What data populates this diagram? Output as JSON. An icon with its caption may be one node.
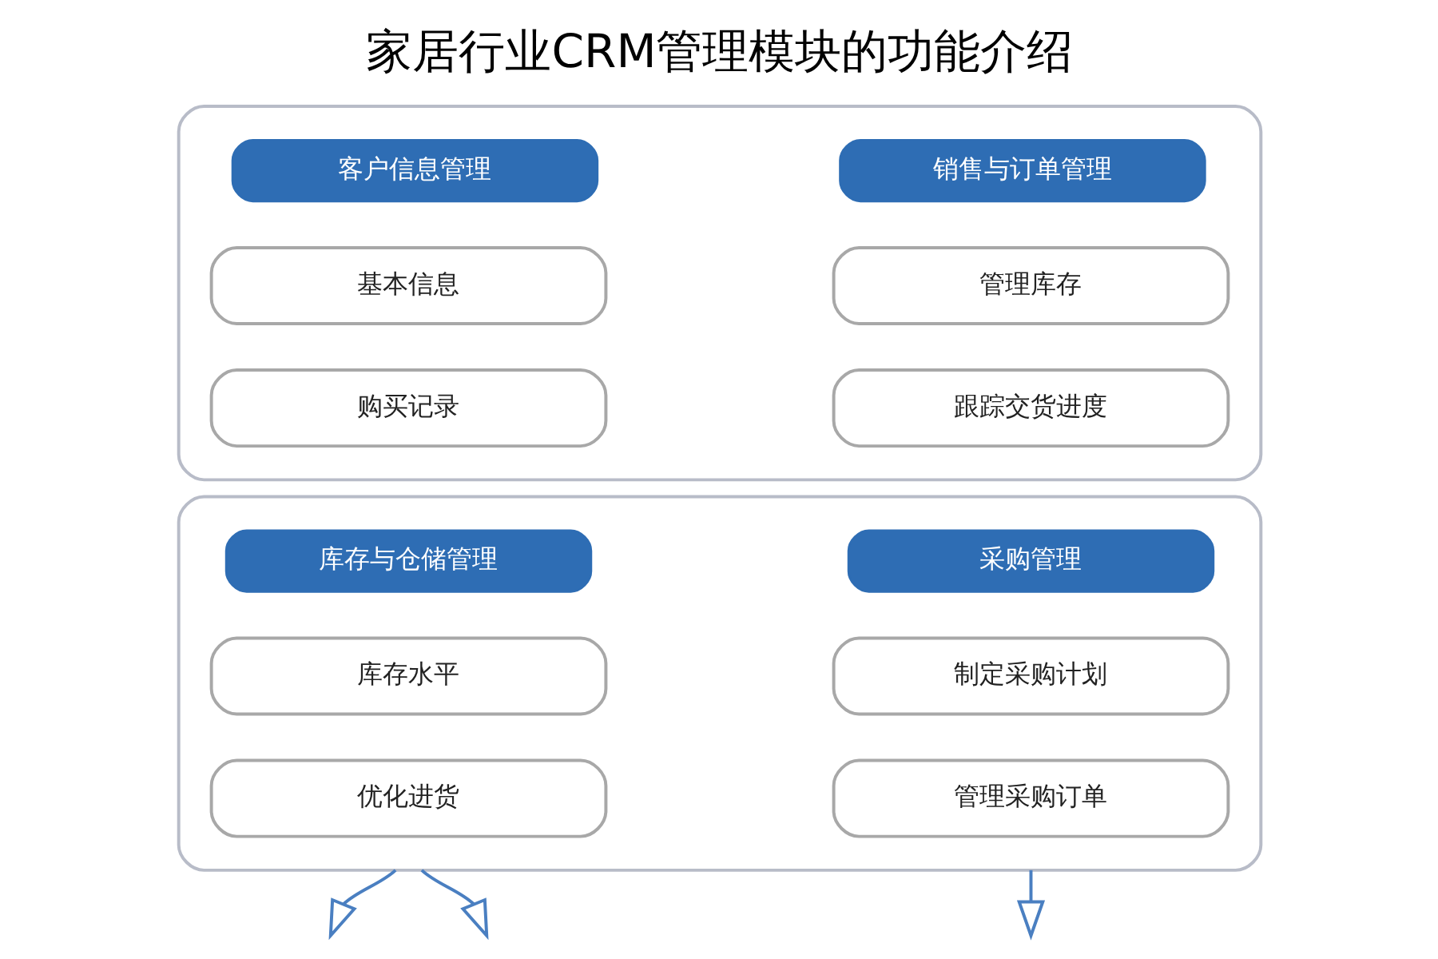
{
  "diagram": {
    "title": "家居行业CRM管理模块的功能介绍",
    "nodes": [
      {
        "text": [],
        "shape": "box"
      },
      {
        "text": [
          "客户信息管理"
        ],
        "in": 0
      },
      {
        "text": [
          "销售与订单管理"
        ],
        "in": 0
      },
      {
        "text": [
          "基本信息"
        ],
        "in": 0
      },
      {
        "text": [
          "管理库存"
        ],
        "in": 0
      },
      {
        "text": [
          "购买记录"
        ],
        "in": 0
      },
      {
        "text": [
          "跟踪交货进度"
        ],
        "in": 0
      },
      {
        "text": [],
        "shape": "box"
      },
      {
        "text": [
          "库存与仓储管理"
        ],
        "in": 7
      },
      {
        "text": [
          "采购管理"
        ],
        "in": 7
      },
      {
        "text": [
          "库存水平"
        ],
        "in": 7
      },
      {
        "text": [
          "制定采购计划"
        ],
        "in": 7
      },
      {
        "text": [
          "优化进货"
        ],
        "in": 7
      },
      {
        "text": [
          "管理采购订单"
        ],
        "in": 7
      }
    ],
    "edges": [
      {
        "from": 7,
        "to": null,
        "arrow": "to"
      },
      {
        "from": 7,
        "to": null,
        "arrow": "to"
      },
      {
        "from": 7,
        "to": null,
        "arrow": "to"
      }
    ]
  }
}
